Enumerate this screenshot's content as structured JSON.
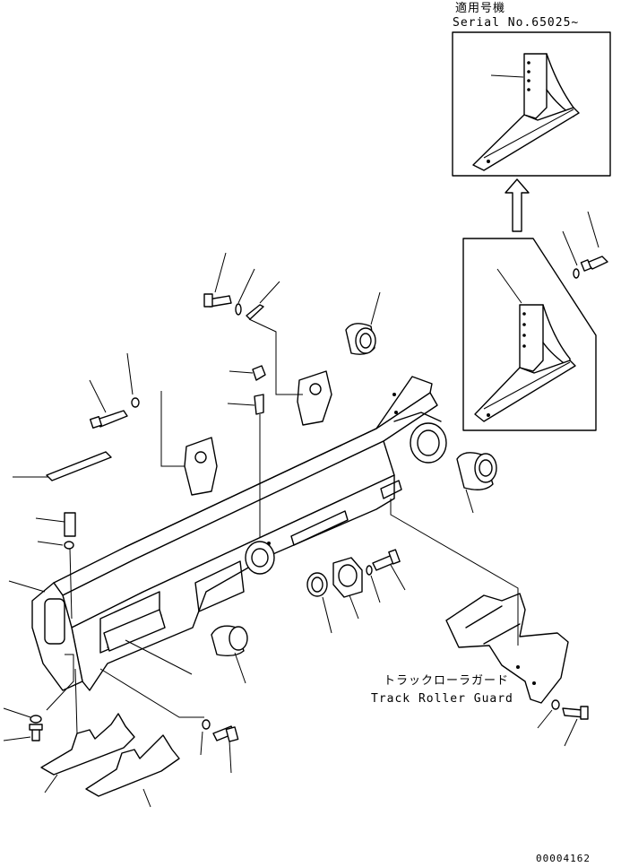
{
  "diagram": {
    "applicable_model_label": "適用号機",
    "serial_label": "Serial No.65025~",
    "guard_label_jp": "トラックローラガード",
    "guard_label_en": "Track Roller Guard",
    "drawing_number": "00004162"
  }
}
